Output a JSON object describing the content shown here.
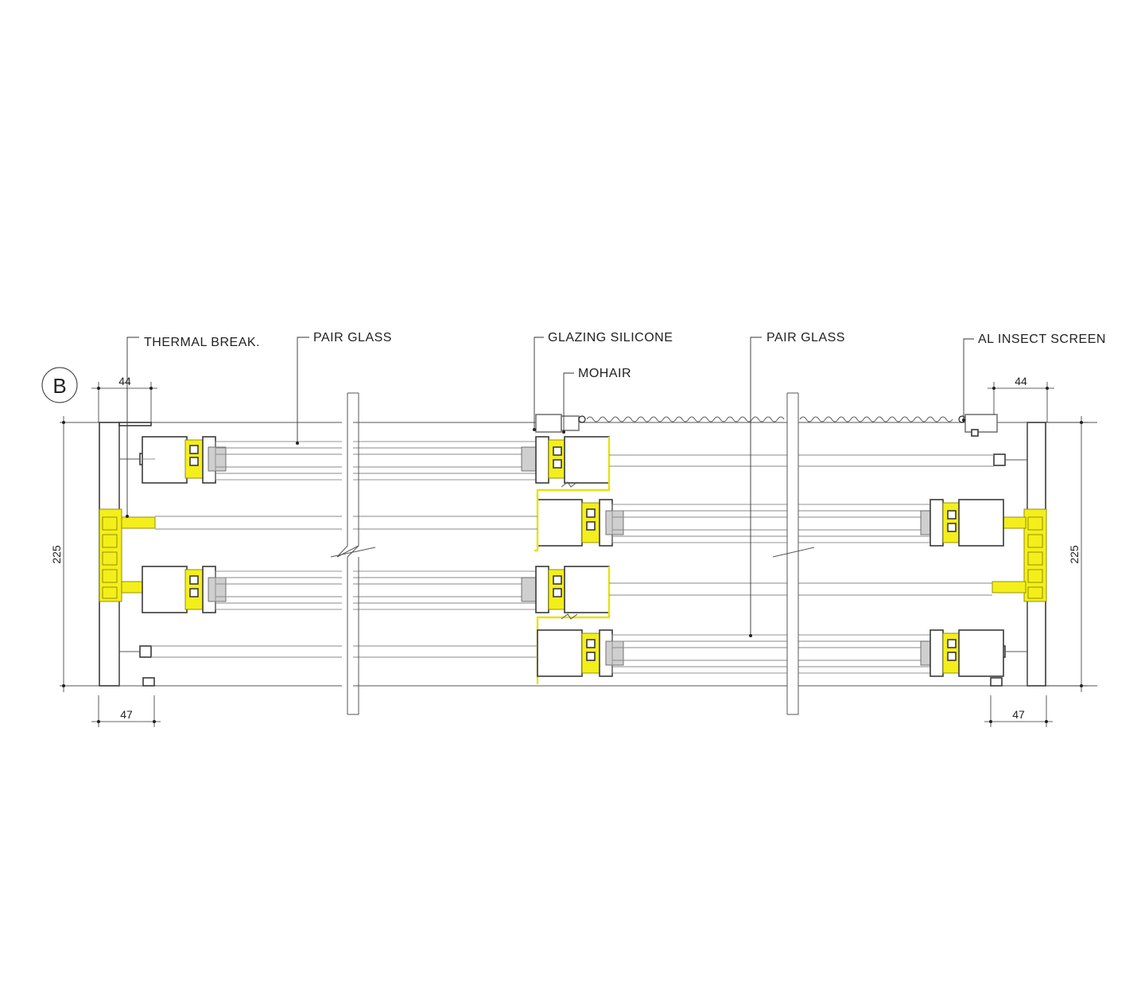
{
  "section_marker": "B",
  "labels": {
    "thermal_break": "THERMAL BREAK.",
    "pair_glass_left": "PAIR GLASS",
    "glazing_silicone": "GLAZING SILICONE",
    "mohair": "MOHAIR",
    "pair_glass_right": "PAIR GLASS",
    "insect_screen": "AL INSECT SCREEN"
  },
  "dimensions": {
    "top_left": "44",
    "top_right": "44",
    "bottom_left": "47",
    "bottom_right": "47",
    "height_left": "225",
    "height_right": "225"
  },
  "colors": {
    "thermal_break": "#f4ef1a",
    "frame_line": "#3a3a3a"
  }
}
